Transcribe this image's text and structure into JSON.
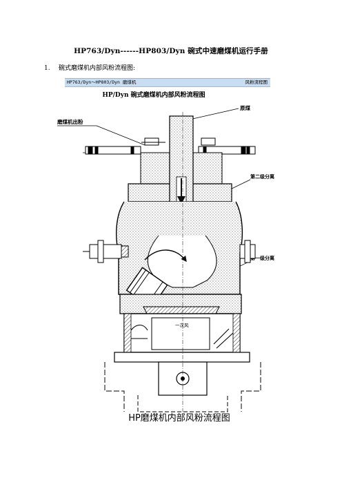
{
  "document": {
    "title": "HP763/Dyn------HP803/Dyn 碗式中速磨煤机运行手册",
    "list_item": {
      "number": "1.",
      "text": "碗式磨煤机内部风粉流程图:"
    }
  },
  "banner": {
    "left": "HP763/Dyn～HP803/Dyn 磨煤机",
    "right": "风粉流程图"
  },
  "figure": {
    "top_title": "HP/Dyn 碗式磨煤机内部风粉流程图",
    "labels": {
      "raw_coal": "原煤",
      "mill_outlet": "磨煤机出粉",
      "second_separation": "第二级分离",
      "first_separation": "第一级分离",
      "primary_air": "一次风"
    },
    "bottom_caption": "HP磨煤机内部风粉流程图"
  }
}
